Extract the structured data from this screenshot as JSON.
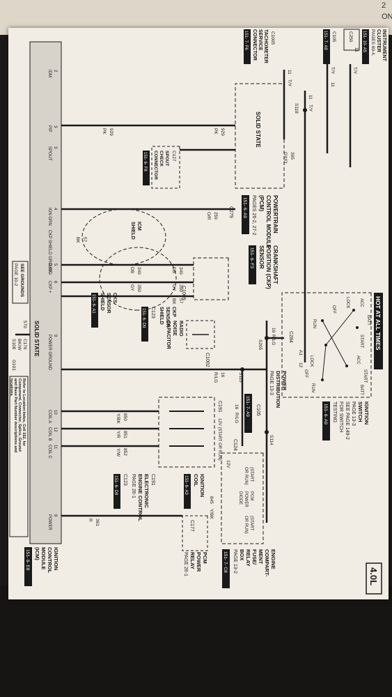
{
  "header": {
    "hot_label": "HOT AT ALL TIMES",
    "engine_badge": "4.0L"
  },
  "edge": {
    "left_tab": "ON",
    "corner": "2"
  },
  "modules": {
    "pcm": {
      "lines": [
        "POWERTRAIN",
        "CONTROL MODULE",
        "(PCM)",
        "PAGES 26-2, 27-2"
      ],
      "ref": "151- 6- A9",
      "solid_state": "SOLID STATE",
      "connector": "C279"
    },
    "ckp": {
      "lines": [
        "CRANKSHAFT",
        "POSITION (CKP)",
        "SENSOR"
      ],
      "ref": "151- 6- F3",
      "connector": "C1009"
    },
    "ignition_switch": {
      "lines": [
        "IGNITION",
        "SWITCH",
        "PAGE 13-3",
        "SEE PAGE 149-2",
        "FOR SWITCH",
        "TESTING"
      ],
      "ref": "151- 6- A9",
      "positions": [
        "ACC",
        "LOCK",
        "OFF",
        "RUN",
        "START",
        "BATT",
        "ACC",
        "START",
        "LOCK",
        "OFF",
        "RUN",
        "BATT"
      ],
      "connector": "C284",
      "pins": [
        "A1",
        "12"
      ]
    },
    "power_distribution": {
      "lines": [
        "POWER",
        "DISTRIBUTION",
        "PAGE 13-3"
      ]
    },
    "fuse_box": {
      "lines": [
        "ENGINE",
        "COMPART-",
        "MENT",
        "FUSE/",
        "RELAY",
        "BOX",
        "PAGE 13-2"
      ],
      "relay_text": [
        "(START",
        "OR RUN)",
        "PCM",
        "POWER",
        "DIODE",
        "(START",
        "OR RUN)"
      ],
      "fuse": "12V",
      "ref": "151- 7- C8"
    },
    "pcm_power_relay": {
      "lines": [
        "PCM",
        "POWER",
        "RELAY",
        "PAGE 26-1"
      ],
      "connector": "C177"
    },
    "ignition_coil": {
      "lines": [
        "IGNITION",
        "COIL"
      ],
      "ref": "151- 6- A3",
      "connector": "C191",
      "sub": "12V (START OR RUN)"
    },
    "eec": {
      "lines": [
        "ELECTRONIC",
        "ENGINE CONTROL",
        "PAGE 26-1"
      ],
      "connector": "C191",
      "c123": "C123",
      "ref": "151- 6- D9"
    },
    "icm": {
      "lines": [
        "IGNITION",
        "CONTROL",
        "MODULE",
        "(ICM)"
      ],
      "ref": "151- 6- E8",
      "solid_state": "SOLID STATE",
      "pins": [
        {
          "num": "2",
          "name": "IDM"
        },
        {
          "num": "3",
          "name": "PIP"
        },
        {
          "num": "3",
          "name": "SPOUT"
        },
        {
          "num": "4",
          "name": "IGN GRN"
        },
        {
          "num": "",
          "name": "CKP SHIELD GROUND"
        },
        {
          "num": "5",
          "name": "CKP -"
        },
        {
          "num": "6",
          "name": "CKP +"
        },
        {
          "num": "9",
          "name": "POWER GROUND"
        },
        {
          "num": "10",
          "name": "COIL A"
        },
        {
          "num": "12",
          "name": "COIL B"
        },
        {
          "num": "11",
          "name": "COIL C"
        },
        {
          "num": "8",
          "name": "POWER"
        }
      ]
    },
    "instrument_cluster": {
      "lines": [
        "INSTRUMENT",
        "CLUSTER",
        "PAGES 60-4,"
      ],
      "ref": "151- 10- A5",
      "connector": "C250"
    },
    "tach_connector": {
      "lines": [
        "TACHOMETER",
        "SERVICE",
        "CONNECTOR"
      ],
      "connector": "C1005",
      "ref": "151- 7- F6"
    },
    "spout_connector": {
      "lines": [
        "SPOUT",
        "CHECK",
        "CONNECTOR"
      ],
      "connector": "C127",
      "ref": "151- 6- F8"
    },
    "icm_shield": {
      "lines": [
        "ICM",
        "SHIELD"
      ]
    },
    "ckp_shield": {
      "lines": [
        "CKP",
        "SENSOR",
        "SHIELD"
      ],
      "connector": "C123",
      "ref": "151- 6- D9"
    },
    "cks_shield": {
      "lines": [
        "CKS",
        "SENSOR",
        "SHIELD"
      ],
      "ref": "151- 6- A1"
    },
    "radio_capacitor": {
      "lines": [
        "RADIO",
        "NOISE",
        "CAPACITOR"
      ],
      "connector": "C1002"
    },
    "ground": {
      "connector": "C176",
      "splice": "S108",
      "ground": "G101",
      "see": [
        "SEE GROUNDS",
        "PAGE 10-2"
      ]
    },
    "c105": {
      "connector": "C105",
      "ref": "151- 7- A9"
    }
  },
  "wires": [
    {
      "circuit": "11",
      "color": "T/Y"
    },
    {
      "circuit": "11",
      "color": "T/Y"
    },
    {
      "circuit": "11",
      "color": "T/Y"
    },
    {
      "circuit": "11",
      "color": "T/Y"
    },
    {
      "circuit": "395",
      "color": "GY/O"
    },
    {
      "circuit": "929",
      "color": "PK"
    },
    {
      "circuit": "929",
      "color": "PK"
    },
    {
      "circuit": "259",
      "color": "O/R"
    },
    {
      "circuit": "57",
      "color": "BK"
    },
    {
      "circuit": "57",
      "color": "BK"
    },
    {
      "circuit": "349",
      "color": "DB"
    },
    {
      "circuit": "349",
      "color": "DB"
    },
    {
      "circuit": "350",
      "color": "GY"
    },
    {
      "circuit": "350",
      "color": "GY"
    },
    {
      "circuit": "16",
      "color": "R/LG"
    },
    {
      "circuit": "16",
      "color": "R/LG"
    },
    {
      "circuit": "16",
      "color": "R/LG"
    },
    {
      "circuit": "361",
      "color": "R"
    },
    {
      "circuit": "845",
      "color": "Y/BK"
    },
    {
      "circuit": "850",
      "color": "Y/BK"
    },
    {
      "circuit": "851",
      "color": "Y/R"
    },
    {
      "circuit": "852",
      "color": "Y/W"
    },
    {
      "circuit": "570",
      "color": "BK/W"
    }
  ],
  "splices": [
    "S118",
    "S114",
    "S115",
    "S205"
  ],
  "extra_connectors": [
    "C124",
    "C105",
    "C106"
  ],
  "note": [
    "Refer to Location Index, Cell 152, for",
    "Component, Connector, Splice, Ground",
    "and Base Part Number descriptions and",
    "locations."
  ]
}
